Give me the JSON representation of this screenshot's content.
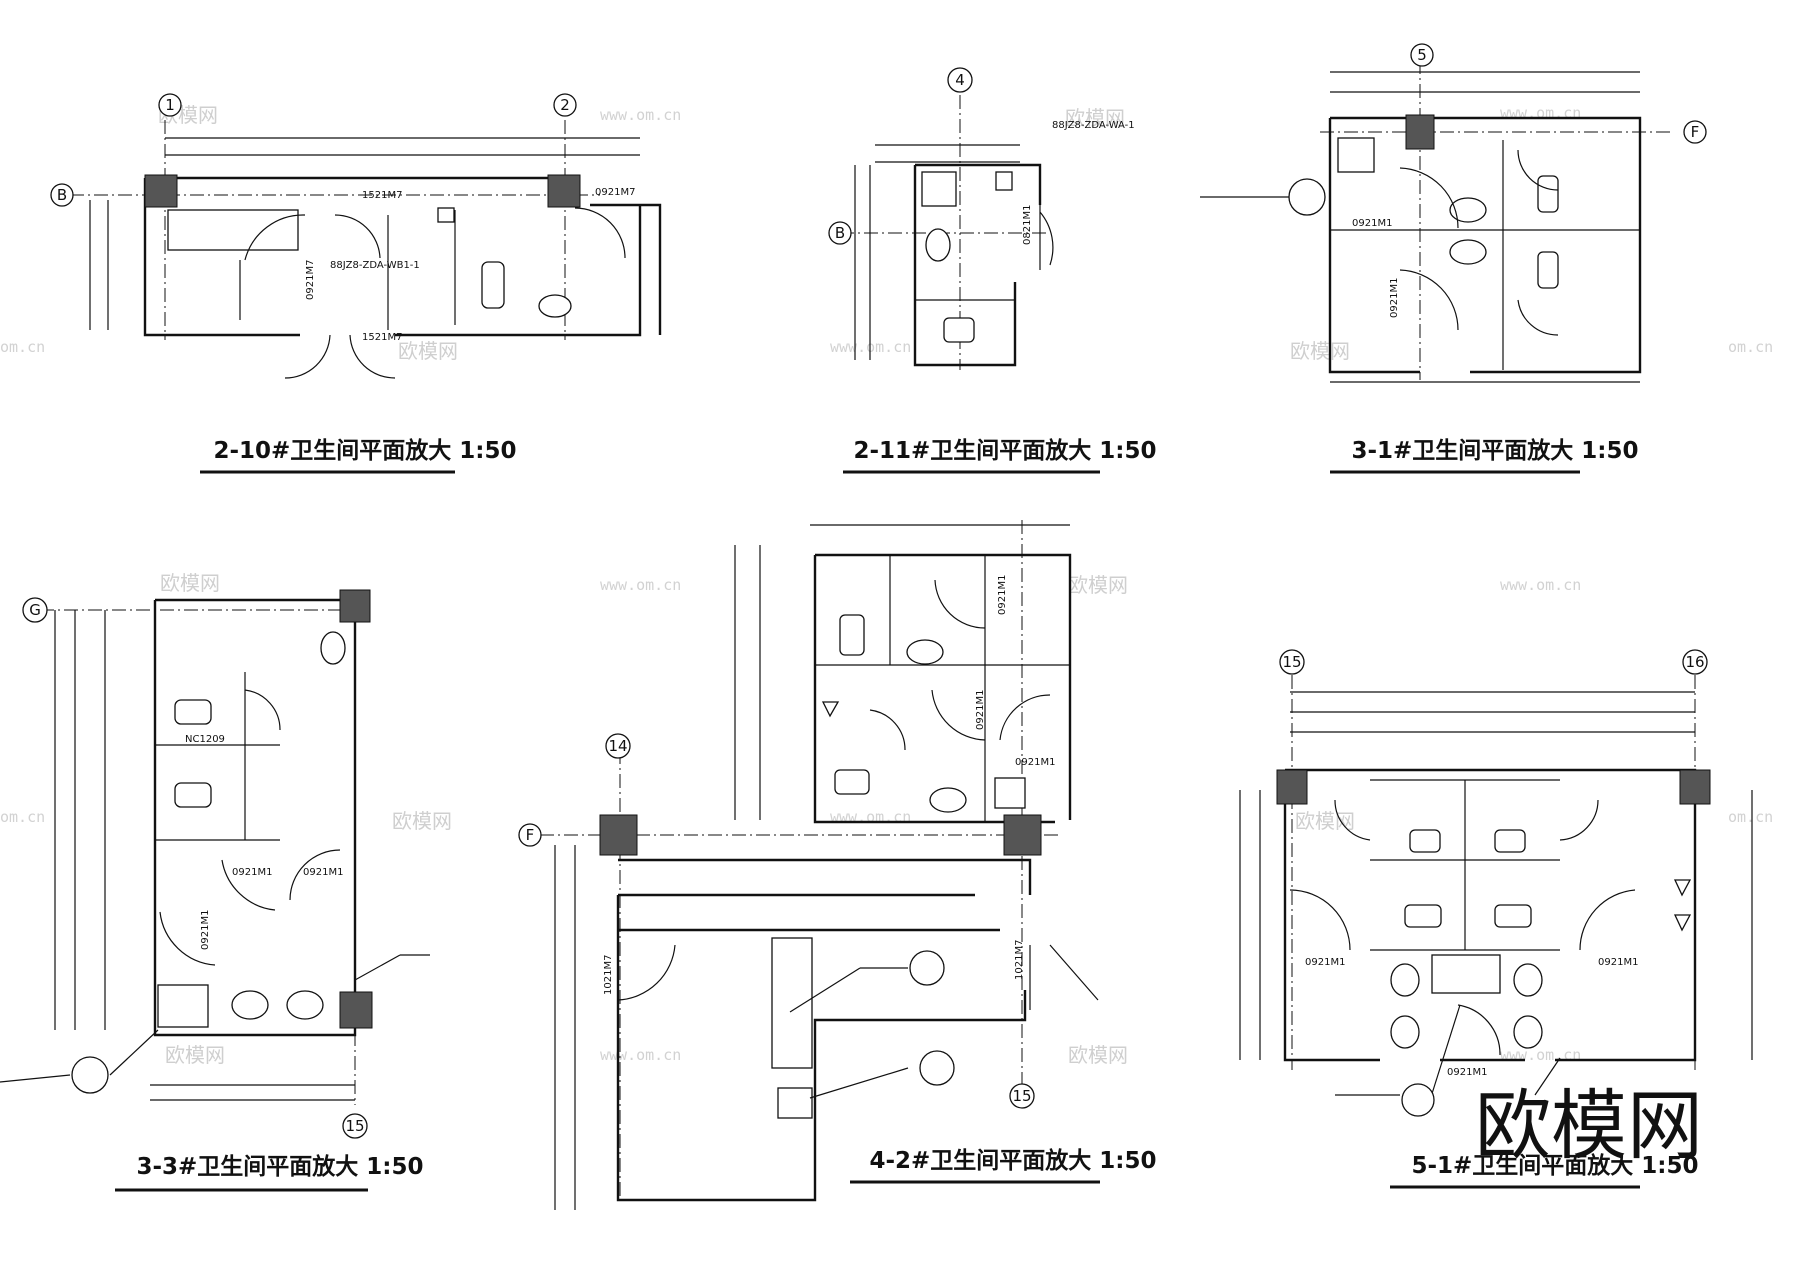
{
  "watermark": {
    "text": "欧模网",
    "url": "www.om.cn",
    "url_short": "om.cn"
  },
  "brand_logo": "欧模网",
  "plans": [
    {
      "title": "2-10#卫生间平面放大 1:50",
      "axes": [
        "1",
        "2",
        "B"
      ],
      "labels": [
        "1521M7",
        "0921M7",
        "88JZ8-ZDA-WB1-1",
        "0921M7",
        "1521M7"
      ]
    },
    {
      "title": "2-11#卫生间平面放大 1:50",
      "axes": [
        "4",
        "B"
      ],
      "labels": [
        "88JZ8-ZDA-WA-1",
        "0821M1"
      ]
    },
    {
      "title": "3-1#卫生间平面放大 1:50",
      "axes": [
        "5",
        "F"
      ],
      "labels": [
        "0921M1",
        "0921M1"
      ]
    },
    {
      "title": "3-3#卫生间平面放大 1:50",
      "axes": [
        "G",
        "15"
      ],
      "labels": [
        "NC1209",
        "0921M1",
        "0921M1",
        "0921M1"
      ]
    },
    {
      "title": "4-2#卫生间平面放大 1:50",
      "axes": [
        "14",
        "F",
        "15"
      ],
      "labels": [
        "0921M1",
        "0921M1",
        "0921M1",
        "1021M7",
        "1021M7"
      ]
    },
    {
      "title": "5-1#卫生间平面放大 1:50",
      "axes": [
        "15",
        "16"
      ],
      "labels": [
        "0921M1",
        "0921M1",
        "0921M1"
      ]
    }
  ]
}
